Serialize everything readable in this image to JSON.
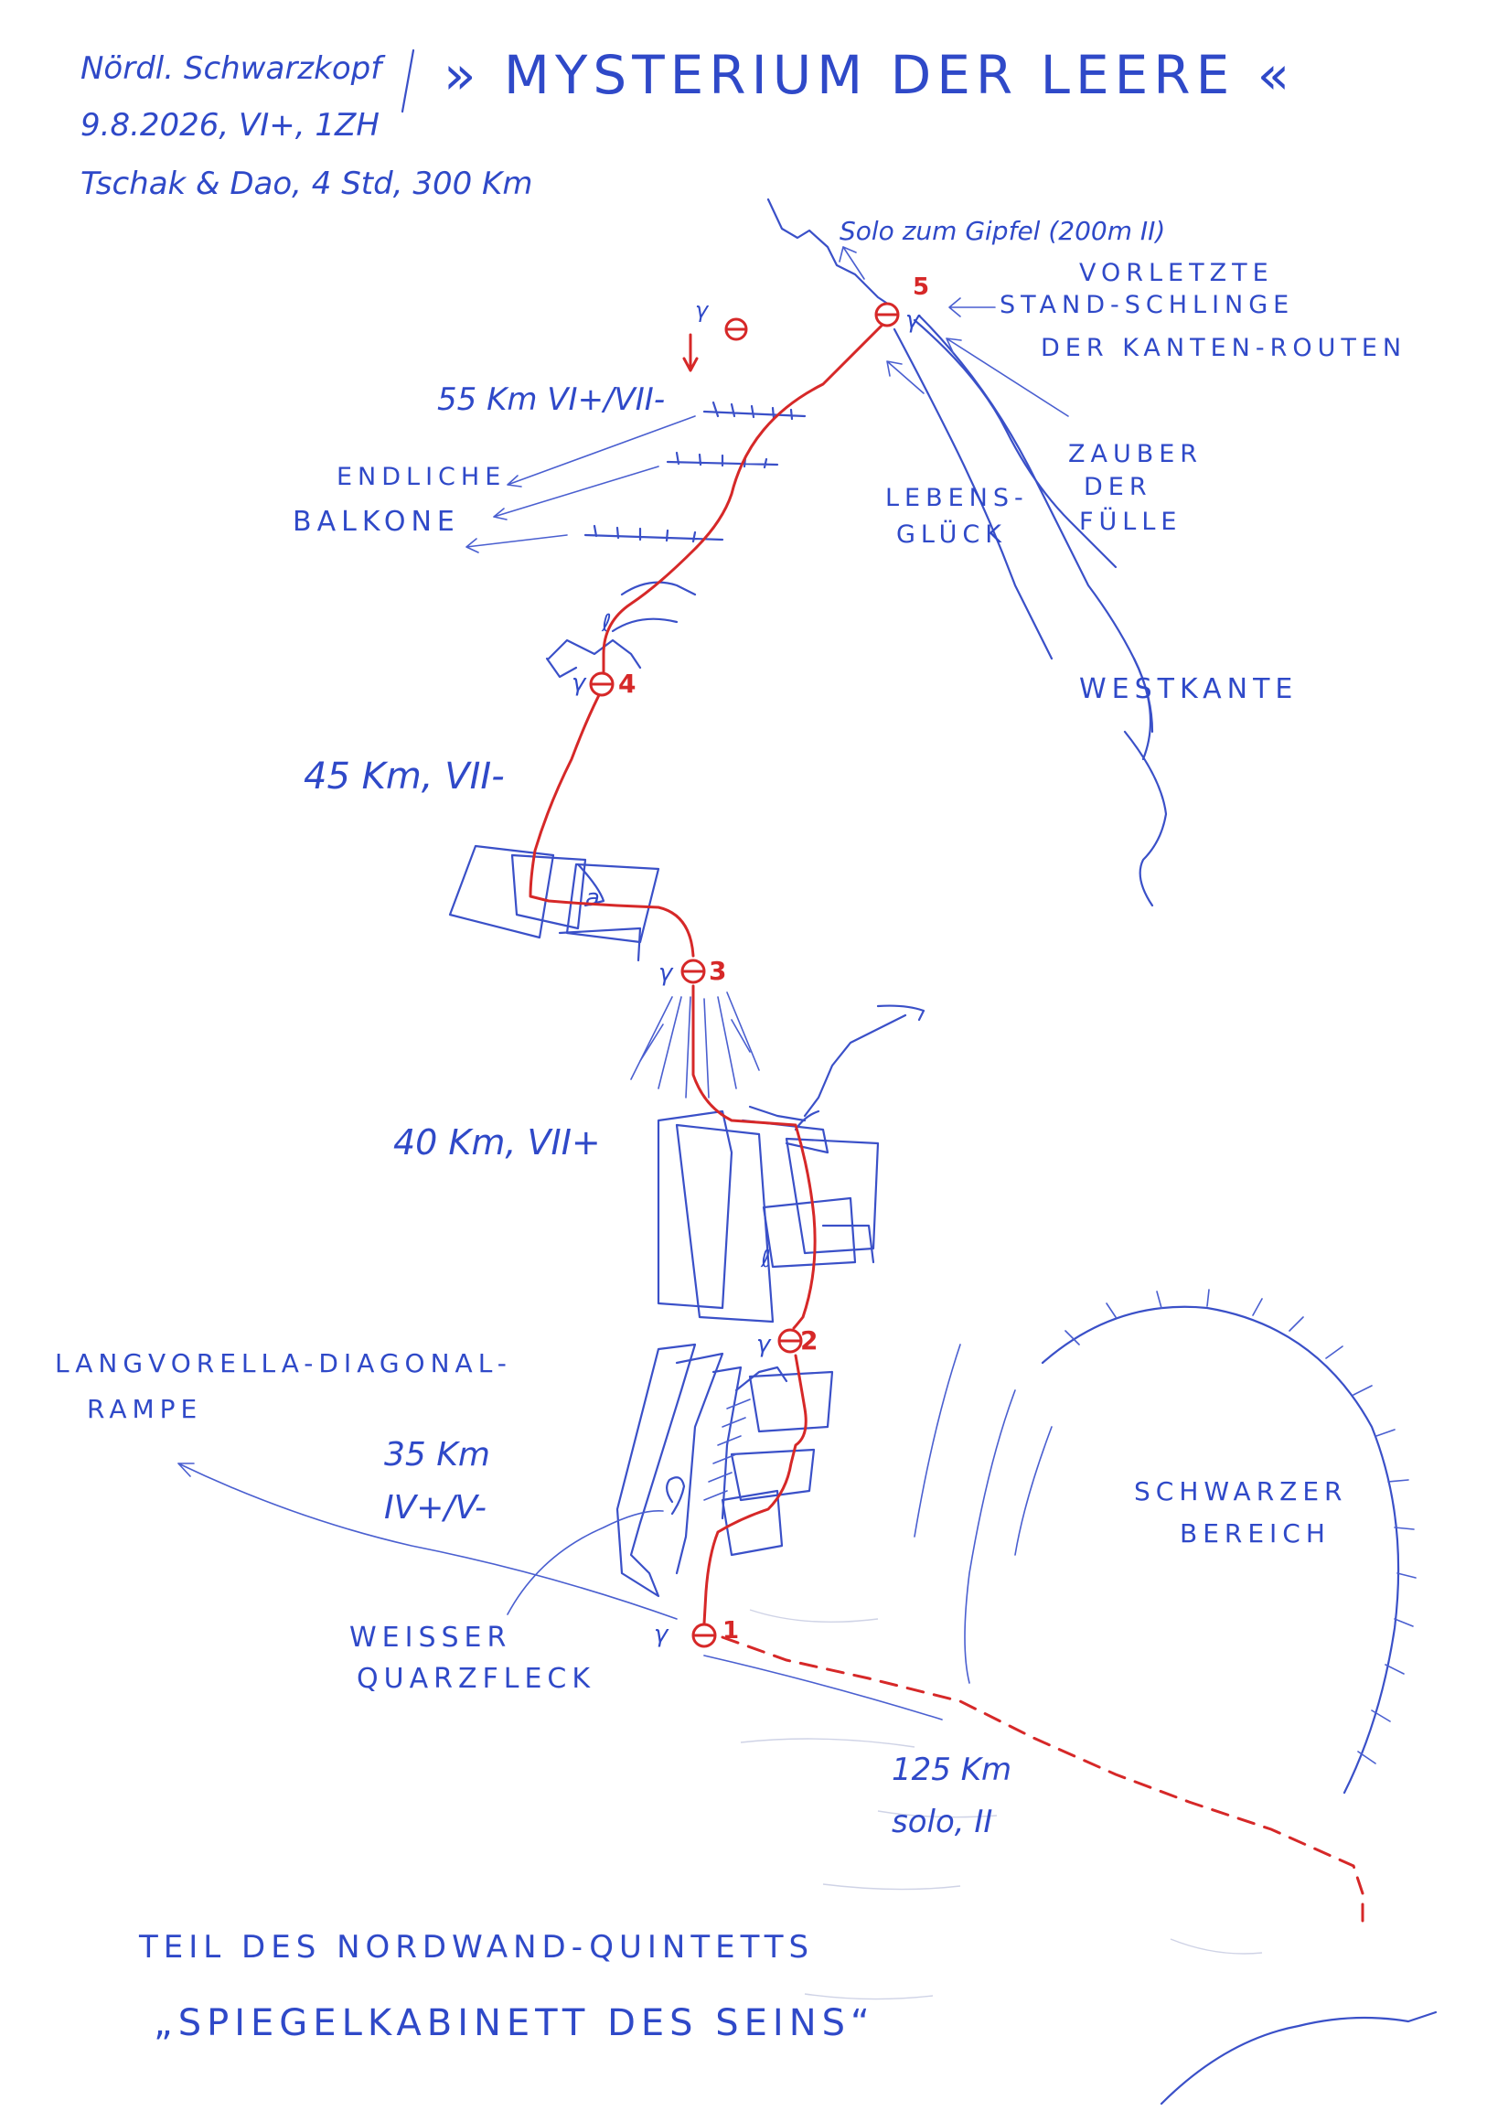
{
  "header": {
    "line1": "Nördl. Schwarzkopf",
    "line2": "9.8.2026, VI+, 1ZH",
    "line3": "Tschak & Dao, 4 Std, 300 Km",
    "title": "» MYSTERIUM DER LEERE «"
  },
  "top": {
    "solo_note": "Solo zum Gipfel (200m II)",
    "vorletzte_1": "VORLETZTE",
    "vorletzte_2": "STAND-SCHLINGE",
    "vorletzte_3": "DER KANTEN-ROUTEN"
  },
  "routes": {
    "lebens_1": "LEBENS-",
    "lebens_2": "GLÜCK",
    "zauber_1": "ZAUBER",
    "zauber_2": "DER",
    "zauber_3": "FÜLLE",
    "westkante": "WESTKANTE"
  },
  "pitches": {
    "p5": "55 Km VI+/VII-",
    "p4": "45 Km, VII-",
    "p3": "40 Km, VII+",
    "p2_1": "35 Km",
    "p2_2": "IV+/V-",
    "approach_1": "125 Km",
    "approach_2": "solo, II"
  },
  "features": {
    "balkone_1": "ENDLICHE",
    "balkone_2": "BALKONE",
    "rampe_1": "LANGVORELLA-DIAGONAL-",
    "rampe_2": "RAMPE",
    "quarz_1": "WEISSER",
    "quarz_2": "QUARZFLECK",
    "schwarz_1": "SCHWARZER",
    "schwarz_2": "BEREICH"
  },
  "belays": {
    "b1": "1",
    "b2": "2",
    "b3": "3",
    "b4": "4",
    "b5": "5"
  },
  "footer": {
    "line1": "TEIL DES NORDWAND-QUINTETTS",
    "line2": "„SPIEGELKABINETT DES SEINS“"
  },
  "colors": {
    "ink_blue": "#2f49c8",
    "route_red": "#d62828"
  }
}
